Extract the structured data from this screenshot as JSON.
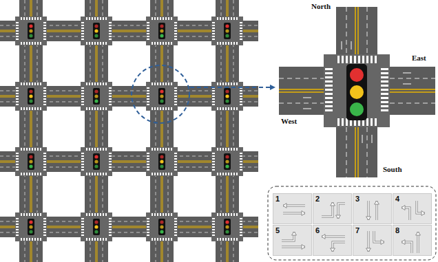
{
  "diagram": {
    "nodes": [
      {
        "text": [
          "1"
        ]
      },
      {
        "text": [
          "2"
        ]
      },
      {
        "text": [
          "3"
        ]
      },
      {
        "text": [
          "4"
        ]
      },
      {
        "text": [
          "5"
        ]
      },
      {
        "text": [
          "6"
        ]
      },
      {
        "text": [
          "7"
        ]
      },
      {
        "text": [
          "8"
        ]
      }
    ],
    "labels": [
      "North",
      "East",
      "West",
      "South"
    ]
  }
}
